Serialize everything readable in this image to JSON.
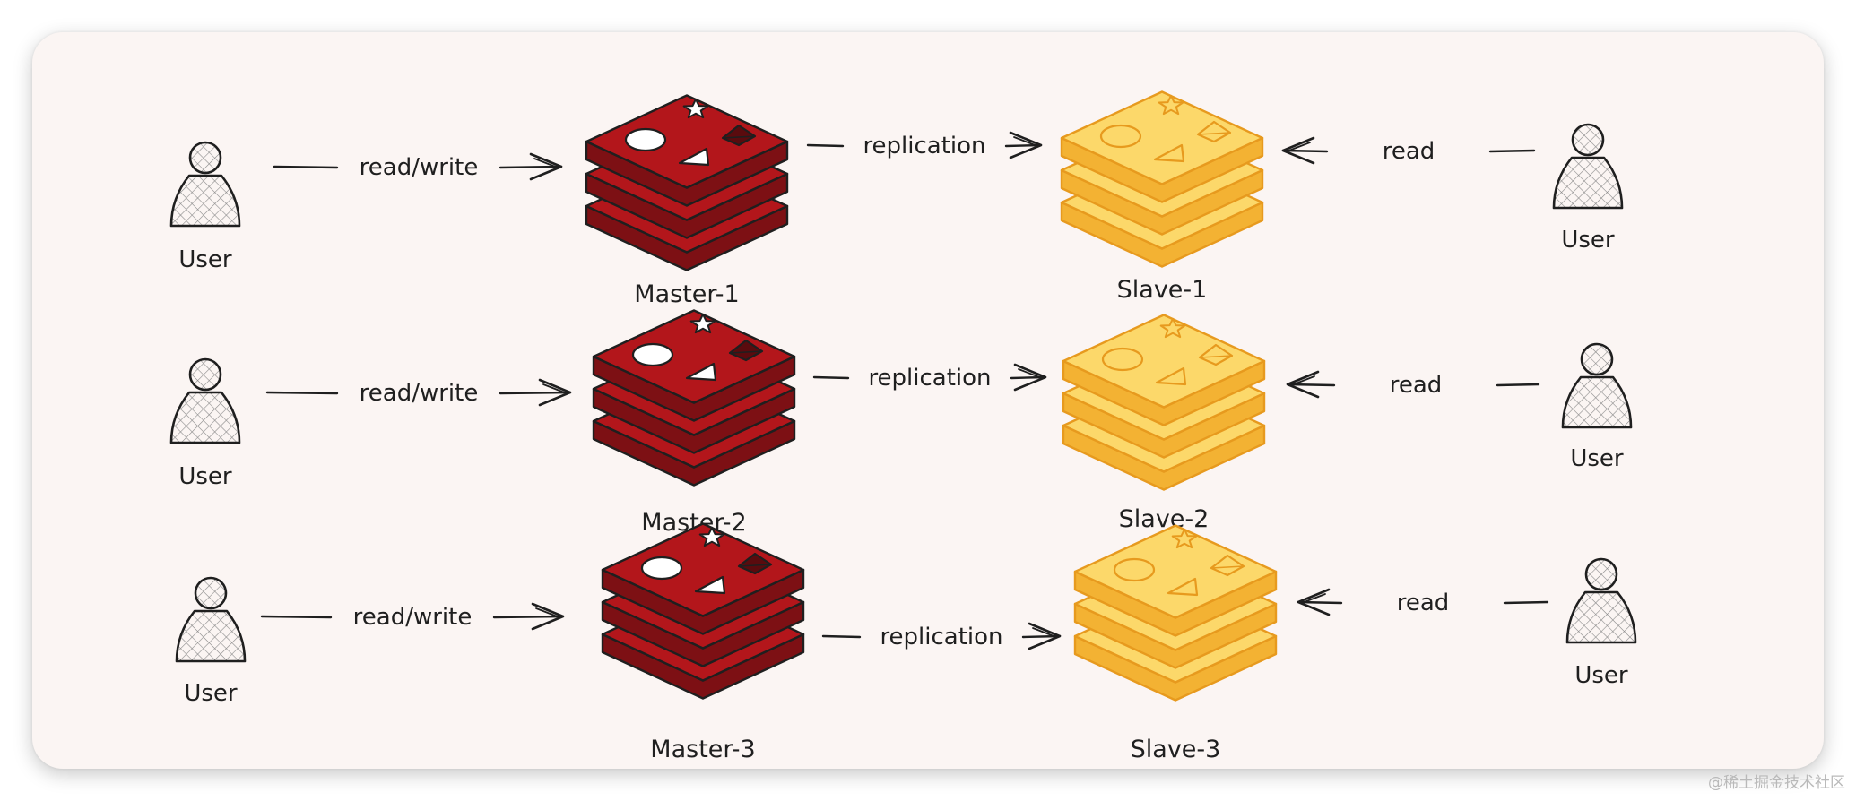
{
  "rows": [
    {
      "user_left": "User",
      "link_left": "read/write",
      "master": "Master-1",
      "link_mid": "replication",
      "slave": "Slave-1",
      "link_right": "read",
      "user_right": "User"
    },
    {
      "user_left": "User",
      "link_left": "read/write",
      "master": "Master-2",
      "link_mid": "replication",
      "slave": "Slave-2",
      "link_right": "read",
      "user_right": "User"
    },
    {
      "user_left": "User",
      "link_left": "read/write",
      "master": "Master-3",
      "link_mid": "replication",
      "slave": "Slave-3",
      "link_right": "read",
      "user_right": "User"
    }
  ],
  "watermark": "@稀土掘金技术社区",
  "colors": {
    "master_fill": "#b3161b",
    "master_side": "#7d1014",
    "slave_fill": "#fcd86a",
    "slave_side": "#f3b233",
    "slave_stroke": "#e79a1e",
    "stroke": "#1f1f1f",
    "background": "#fbf5f3"
  }
}
